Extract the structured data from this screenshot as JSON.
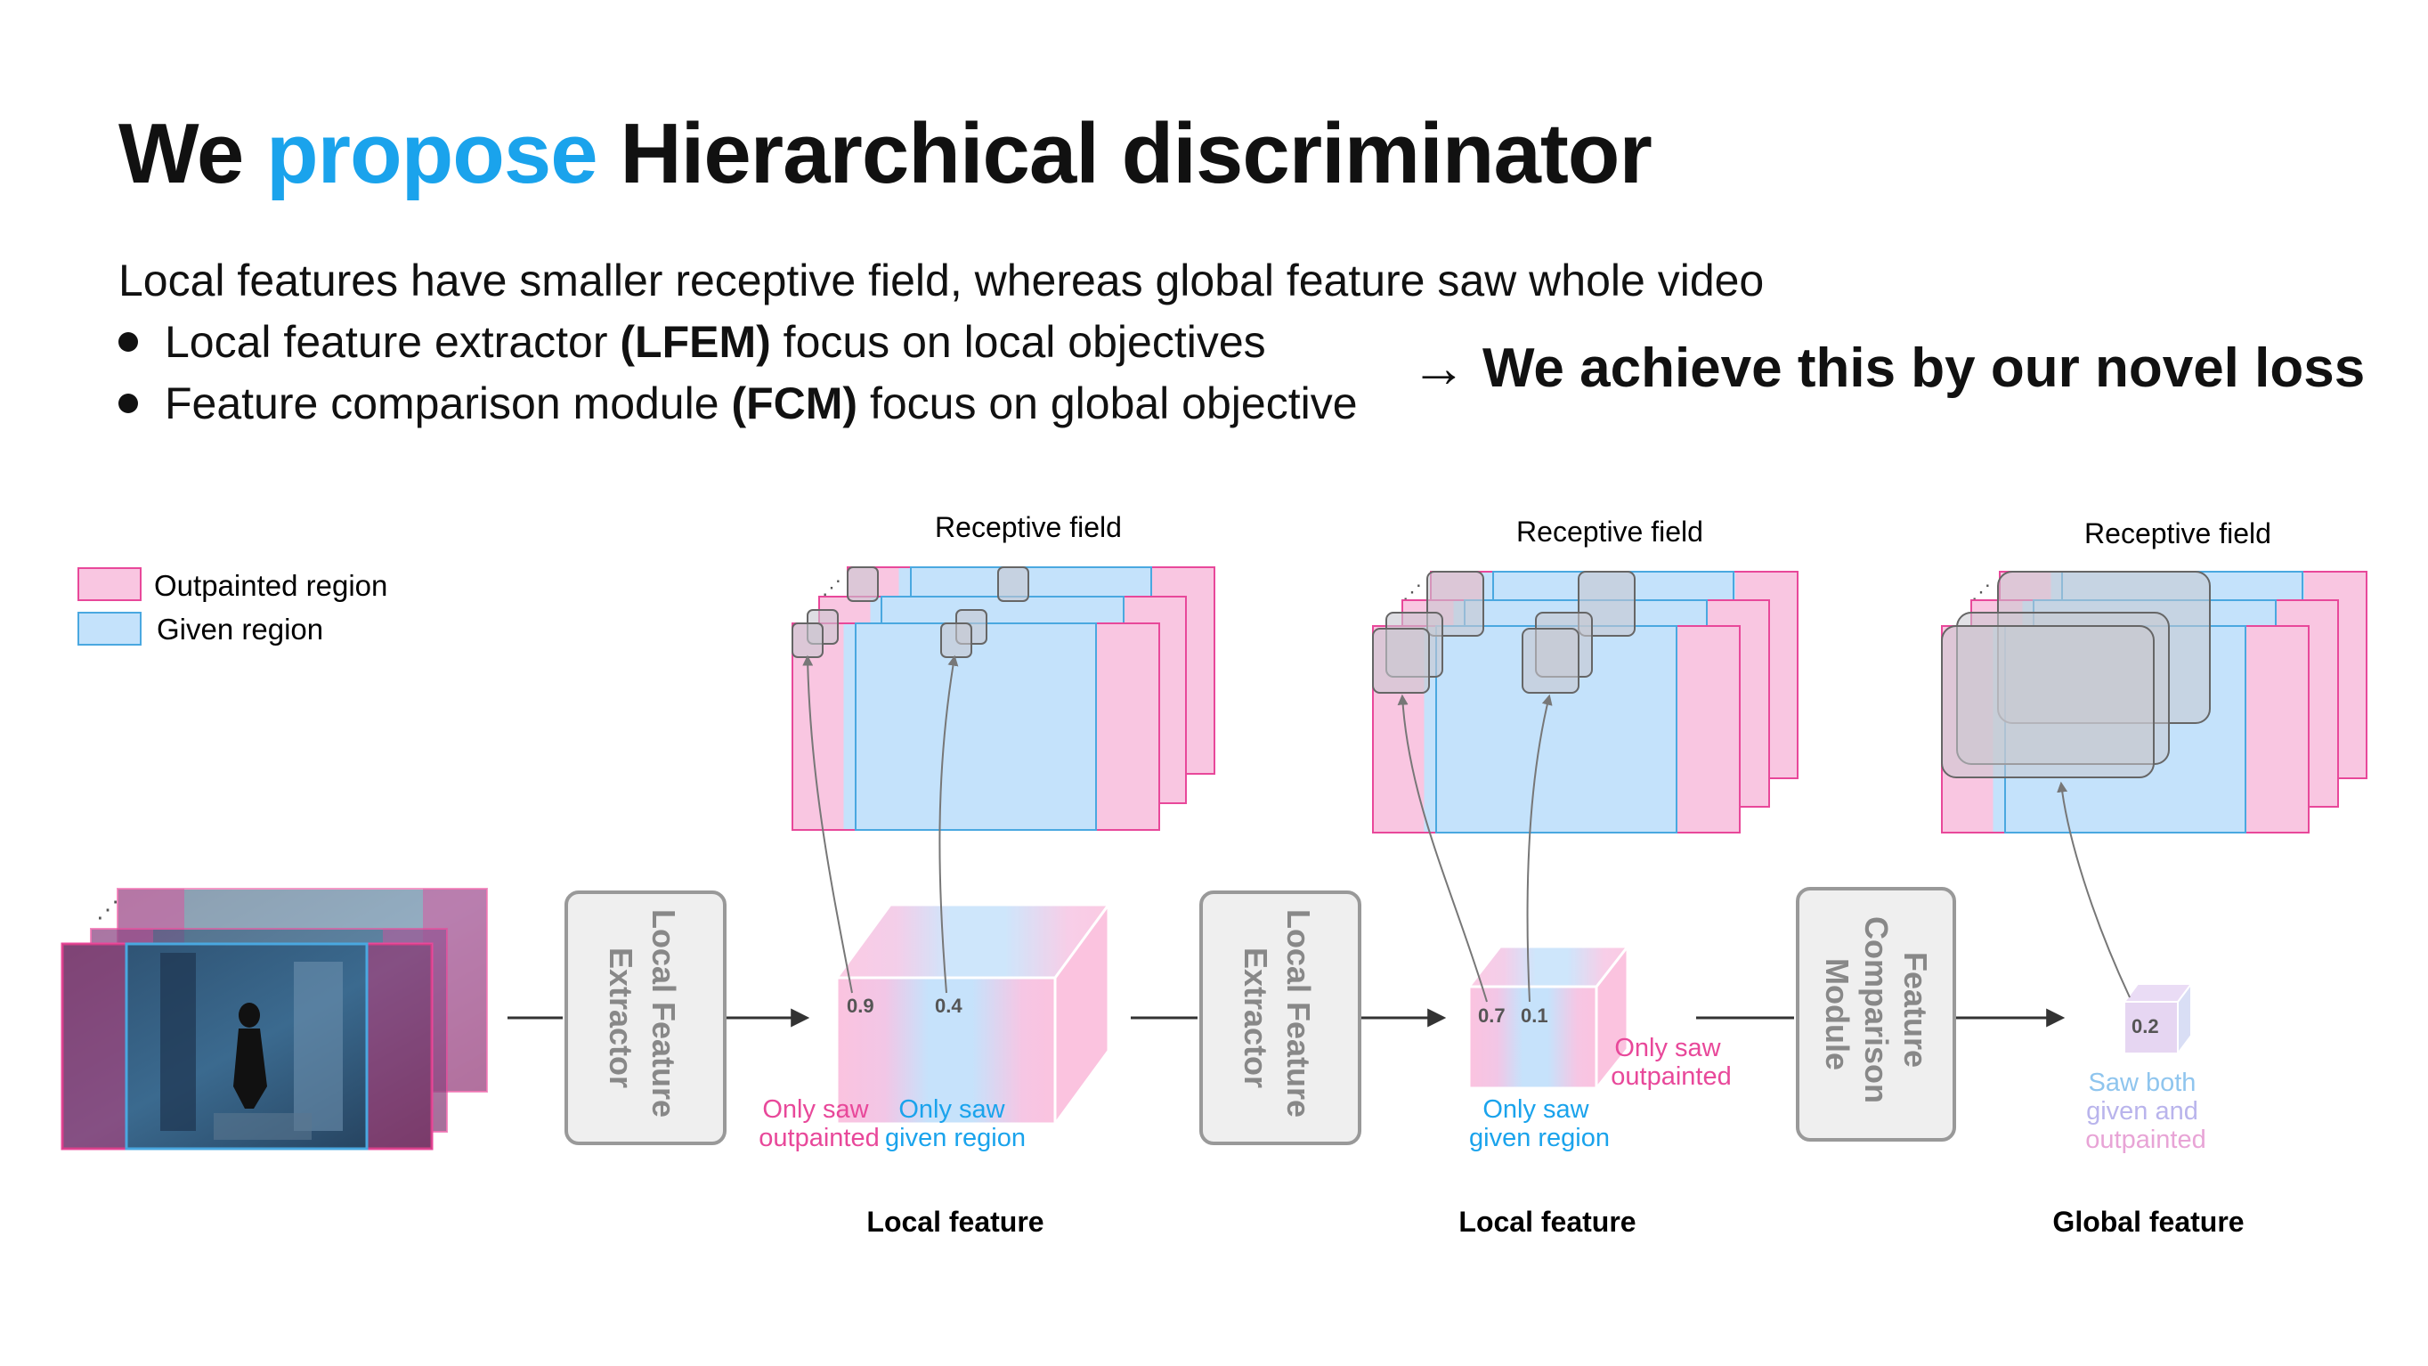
{
  "header": {
    "title_we": "We ",
    "title_accent": "propose",
    "title_rest": " Hierarchical discriminator",
    "subtitle": "Local features have smaller receptive field, whereas global feature saw whole video",
    "bullet1_pre": "Local feature extractor ",
    "bullet1_bold": "(LFEM)",
    "bullet1_post": " focus on local objectives",
    "bullet2_pre": "Feature comparison module ",
    "bullet2_bold": "(FCM)",
    "bullet2_post": " focus on global objective",
    "achieve_arrow": "→",
    "achieve_text": "We achieve this by our novel loss"
  },
  "legend": {
    "outpainted": "Outpainted region",
    "given": "Given region"
  },
  "modules": {
    "lfe1": [
      "Local Feature",
      "Extractor"
    ],
    "lfe2": [
      "Local Feature",
      "Extractor"
    ],
    "fcm": [
      "Feature",
      "Comparison",
      "Module"
    ]
  },
  "receptive_field": "Receptive field",
  "stage1": {
    "value_a": "0.9",
    "value_b": "0.4",
    "note_a": [
      "Only saw",
      "outpainted"
    ],
    "note_b": [
      "Only saw",
      "given region"
    ],
    "caption": "Local feature"
  },
  "stage2": {
    "value_a": "0.7",
    "value_b": "0.1",
    "note_a": [
      "Only saw",
      "outpainted"
    ],
    "note_b": [
      "Only saw",
      "given region"
    ],
    "caption": "Local feature"
  },
  "stage3": {
    "value": "0.2",
    "note": [
      "Saw both",
      "given and",
      "outpainted"
    ],
    "caption": "Global feature"
  },
  "colors": {
    "accent": "#1aa3ec",
    "pink": "#e8489a",
    "blue": "#4aa8e0",
    "pink_fill": "#f9c6e1",
    "blue_fill": "#c4e2fb"
  },
  "ellipsis": "⋰"
}
